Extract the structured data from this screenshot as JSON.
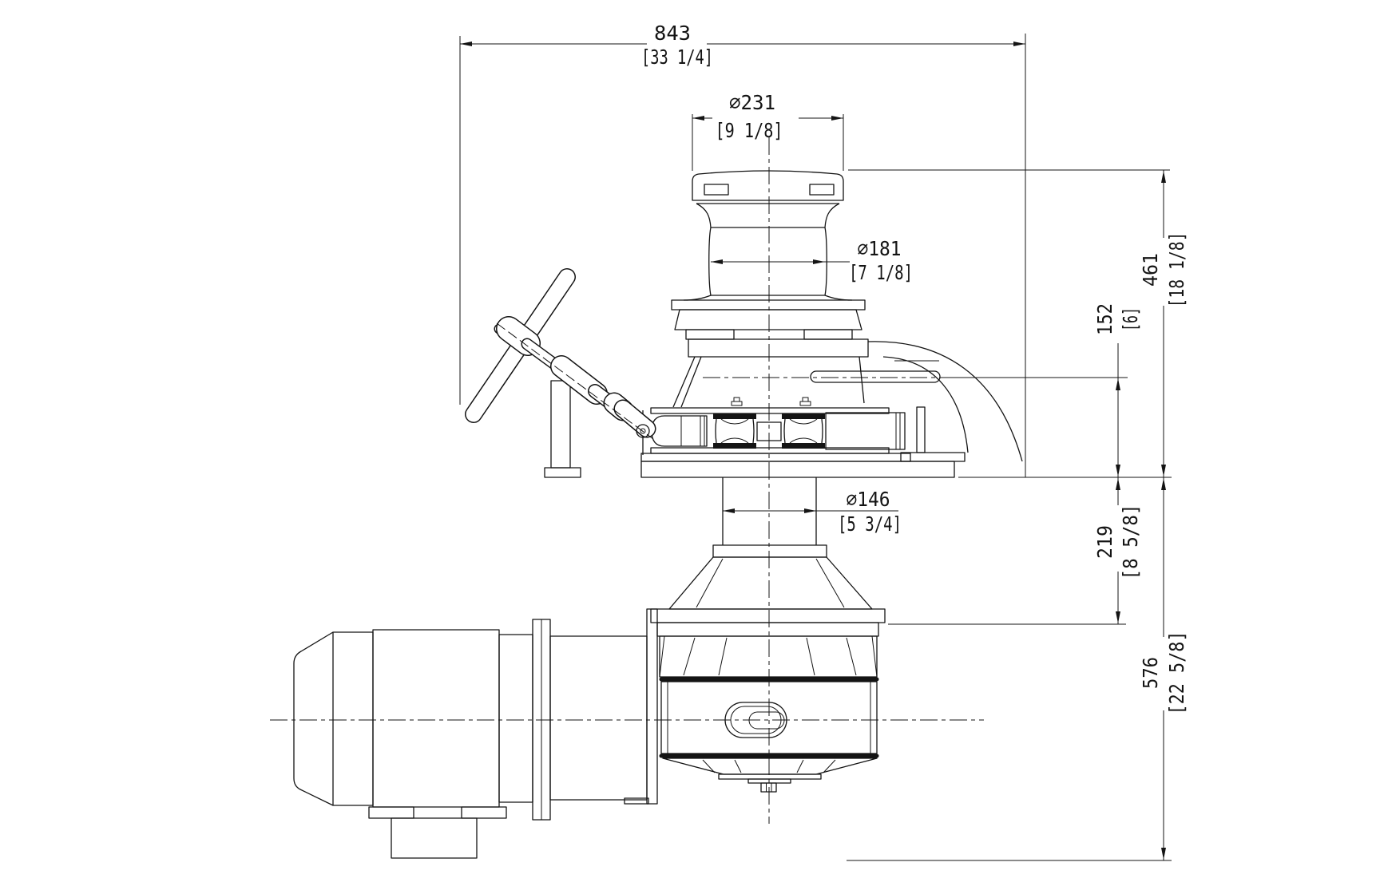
{
  "dimensions": {
    "overall_width": {
      "mm": "843",
      "inches": "[33 1/4]"
    },
    "head_diameter": {
      "mm": "⌀231",
      "inches": "[9 1/8]"
    },
    "drum_diameter": {
      "mm": "⌀181",
      "inches": "[7 1/8]"
    },
    "height_above_deck": {
      "mm": "461",
      "inches": "[18 1/8]"
    },
    "gypsy_centerline_to_deck": {
      "mm": "152",
      "inches": "[6]"
    },
    "shaft_diameter": {
      "mm": "⌀146",
      "inches": "[5 3/4]"
    },
    "deck_to_gearbox_flange": {
      "mm": "219",
      "inches": "[8 5/8]"
    },
    "depth_below_deck": {
      "mm": "576",
      "inches": "[22 5/8]"
    }
  }
}
